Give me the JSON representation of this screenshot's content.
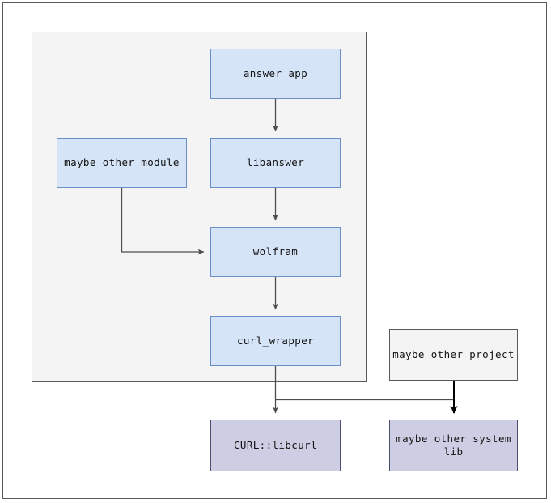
{
  "diagram": {
    "type": "dependency-graph",
    "cluster": {
      "name": "project-cluster",
      "label": ""
    },
    "nodes": [
      {
        "id": "answer_app",
        "label": "answer_app",
        "kind": "internal-target",
        "fill": "#d6e4f7",
        "stroke": "#6b8ec4"
      },
      {
        "id": "libanswer",
        "label": "libanswer",
        "kind": "internal-target",
        "fill": "#d6e4f7",
        "stroke": "#6b8ec4"
      },
      {
        "id": "other_module",
        "label": "maybe other module",
        "kind": "internal-target",
        "fill": "#d6e4f7",
        "stroke": "#6b8ec4"
      },
      {
        "id": "wolfram",
        "label": "wolfram",
        "kind": "internal-target",
        "fill": "#d6e4f7",
        "stroke": "#6b8ec4"
      },
      {
        "id": "curl_wrapper",
        "label": "curl_wrapper",
        "kind": "internal-target",
        "fill": "#d6e4f7",
        "stroke": "#6b8ec4"
      },
      {
        "id": "other_project",
        "label": "maybe other project",
        "kind": "external-project",
        "fill": "#f4f4f4",
        "stroke": "#5a5a5a"
      },
      {
        "id": "curl_libcurl",
        "label": "CURL::libcurl",
        "kind": "system-library",
        "fill": "#cdcde3",
        "stroke": "#4e4e72"
      },
      {
        "id": "other_syslib",
        "label": "maybe other system\nlib",
        "kind": "system-library",
        "fill": "#cdcde3",
        "stroke": "#4e4e72"
      }
    ],
    "edges": [
      {
        "from": "answer_app",
        "to": "libanswer",
        "style": "straight",
        "color": "#4d4d4d"
      },
      {
        "from": "libanswer",
        "to": "wolfram",
        "style": "straight",
        "color": "#4d4d4d"
      },
      {
        "from": "other_module",
        "to": "wolfram",
        "style": "elbow",
        "color": "#4d4d4d"
      },
      {
        "from": "wolfram",
        "to": "curl_wrapper",
        "style": "straight",
        "color": "#4d4d4d"
      },
      {
        "from": "curl_wrapper",
        "to": "curl_libcurl",
        "style": "straight",
        "color": "#4d4d4d"
      },
      {
        "from": "curl_wrapper",
        "to": "other_syslib",
        "style": "elbow",
        "color": "#4d4d4d"
      },
      {
        "from": "other_project",
        "to": "other_syslib",
        "style": "straight",
        "color": "#000000"
      }
    ],
    "colors": {
      "page_background": "#ffffff",
      "page_border": "#595959",
      "cluster_background": "#f4f4f4",
      "cluster_border": "#5a5a5a",
      "edge_default": "#4d4d4d",
      "edge_external": "#000000",
      "text": "#111111"
    }
  }
}
